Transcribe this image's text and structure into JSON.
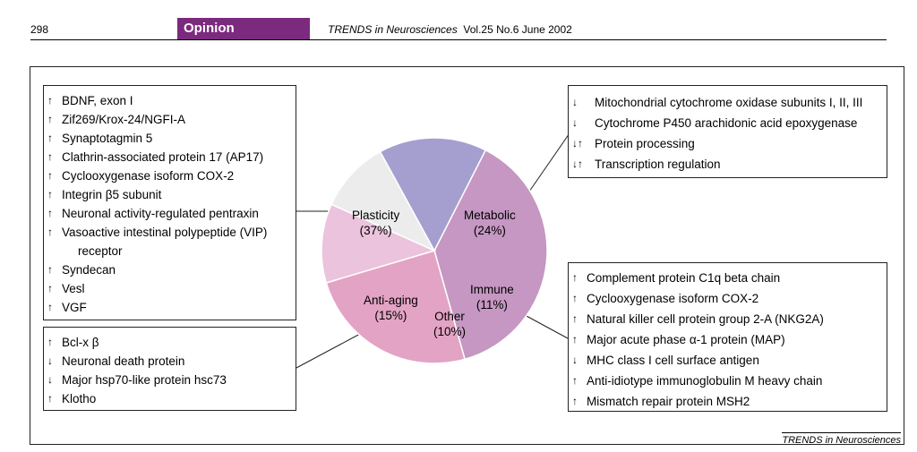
{
  "header": {
    "page_number": "298",
    "section": "Opinion",
    "journal": "TRENDS in Neurosciences",
    "issue": "Vol.25 No.6  June 2002"
  },
  "figure": {
    "credit": "TRENDS in Neurosciences",
    "pie_labels": {
      "plasticity": {
        "name": "Plasticity",
        "pct": "(37%)"
      },
      "metabolic": {
        "name": "Metabolic",
        "pct": "(24%)"
      },
      "immune": {
        "name": "Immune",
        "pct": "(11%)"
      },
      "other": {
        "name": "Other",
        "pct": "(10%)"
      },
      "antiaging": {
        "name": "Anti-aging",
        "pct": "(15%)"
      }
    },
    "plasticity_genes": [
      {
        "arrow": "↑",
        "text": "BDNF, exon I"
      },
      {
        "arrow": "↑",
        "text": "Zif269/Krox-24/NGFI-A"
      },
      {
        "arrow": "↑",
        "text": "Synaptotagmin 5"
      },
      {
        "arrow": "↑",
        "text": "Clathrin-associated protein 17 (AP17)"
      },
      {
        "arrow": "↑",
        "text": "Cyclooxygenase isoform COX-2"
      },
      {
        "arrow": "↑",
        "text": "Integrin β5 subunit"
      },
      {
        "arrow": "↑",
        "text": "Neuronal activity-regulated pentraxin"
      },
      {
        "arrow": "↑",
        "text": "Vasoactive intestinal polypeptide (VIP)",
        "cont": "receptor"
      },
      {
        "arrow": "↑",
        "text": "Syndecan"
      },
      {
        "arrow": "↑",
        "text": "Vesl"
      },
      {
        "arrow": "↑",
        "text": "VGF"
      }
    ],
    "antiaging_genes": [
      {
        "arrow": "↑",
        "text": "Bcl-x β"
      },
      {
        "arrow": "↓",
        "text": "Neuronal death protein"
      },
      {
        "arrow": "↓",
        "text": "Major hsp70-like protein hsc73"
      },
      {
        "arrow": "↑",
        "text": "Klotho"
      }
    ],
    "metabolic_genes": [
      {
        "arrow": "↓",
        "text": "Mitochondrial cytochrome oxidase subunits I, II, III"
      },
      {
        "arrow": "↓",
        "text": "Cytochrome P450 arachidonic acid epoxygenase"
      },
      {
        "arrow": "↓↑",
        "text": "Protein processing"
      },
      {
        "arrow": "↓↑",
        "text": "Transcription regulation"
      }
    ],
    "immune_genes": [
      {
        "arrow": "↑",
        "text": "Complement protein C1q beta chain"
      },
      {
        "arrow": "↑",
        "text": "Cyclooxygenase isoform COX-2"
      },
      {
        "arrow": "↑",
        "text": "Natural killer cell protein group 2-A (NKG2A)"
      },
      {
        "arrow": "↑",
        "text": "Major acute phase α-1 protein (MAP)"
      },
      {
        "arrow": "↓",
        "text": "MHC class I cell surface antigen"
      },
      {
        "arrow": "↑",
        "text": "Anti-idiotype immunoglobulin M heavy chain"
      },
      {
        "arrow": "↑",
        "text": "Mismatch repair protein MSH2"
      }
    ]
  },
  "chart_data": {
    "type": "pie",
    "categories": [
      "Plasticity",
      "Metabolic",
      "Immune",
      "Other",
      "Anti-aging"
    ],
    "values": [
      37,
      24,
      11,
      10,
      15
    ],
    "colors": [
      "#c597c2",
      "#e3a3c4",
      "#ebc3dc",
      "#ececec",
      "#a59fcf"
    ]
  }
}
